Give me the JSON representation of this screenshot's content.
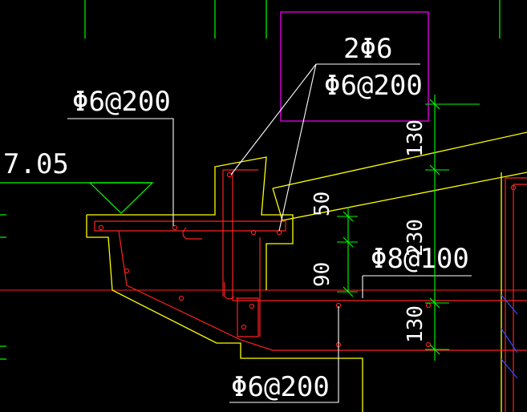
{
  "colors": {
    "background": "#000000",
    "outline": "#ffff00",
    "rebar": "#ff2020",
    "dimension": "#00ff00",
    "leader": "#ffffff",
    "box": "#ff00ff",
    "beam": "#ff2020",
    "hatch": "#2050ff"
  },
  "labels": {
    "rebar_top_left": "Φ6@200",
    "level": "7.05",
    "rebar_2phi6": "2Φ6",
    "rebar_box": "Φ6@200",
    "rebar_phi8": "Φ8@100",
    "rebar_bottom": "Φ6@200"
  },
  "dimensions": {
    "d130_top": "130",
    "d50": "50",
    "d230": "230",
    "d90": "90",
    "d130_bottom": "130"
  }
}
